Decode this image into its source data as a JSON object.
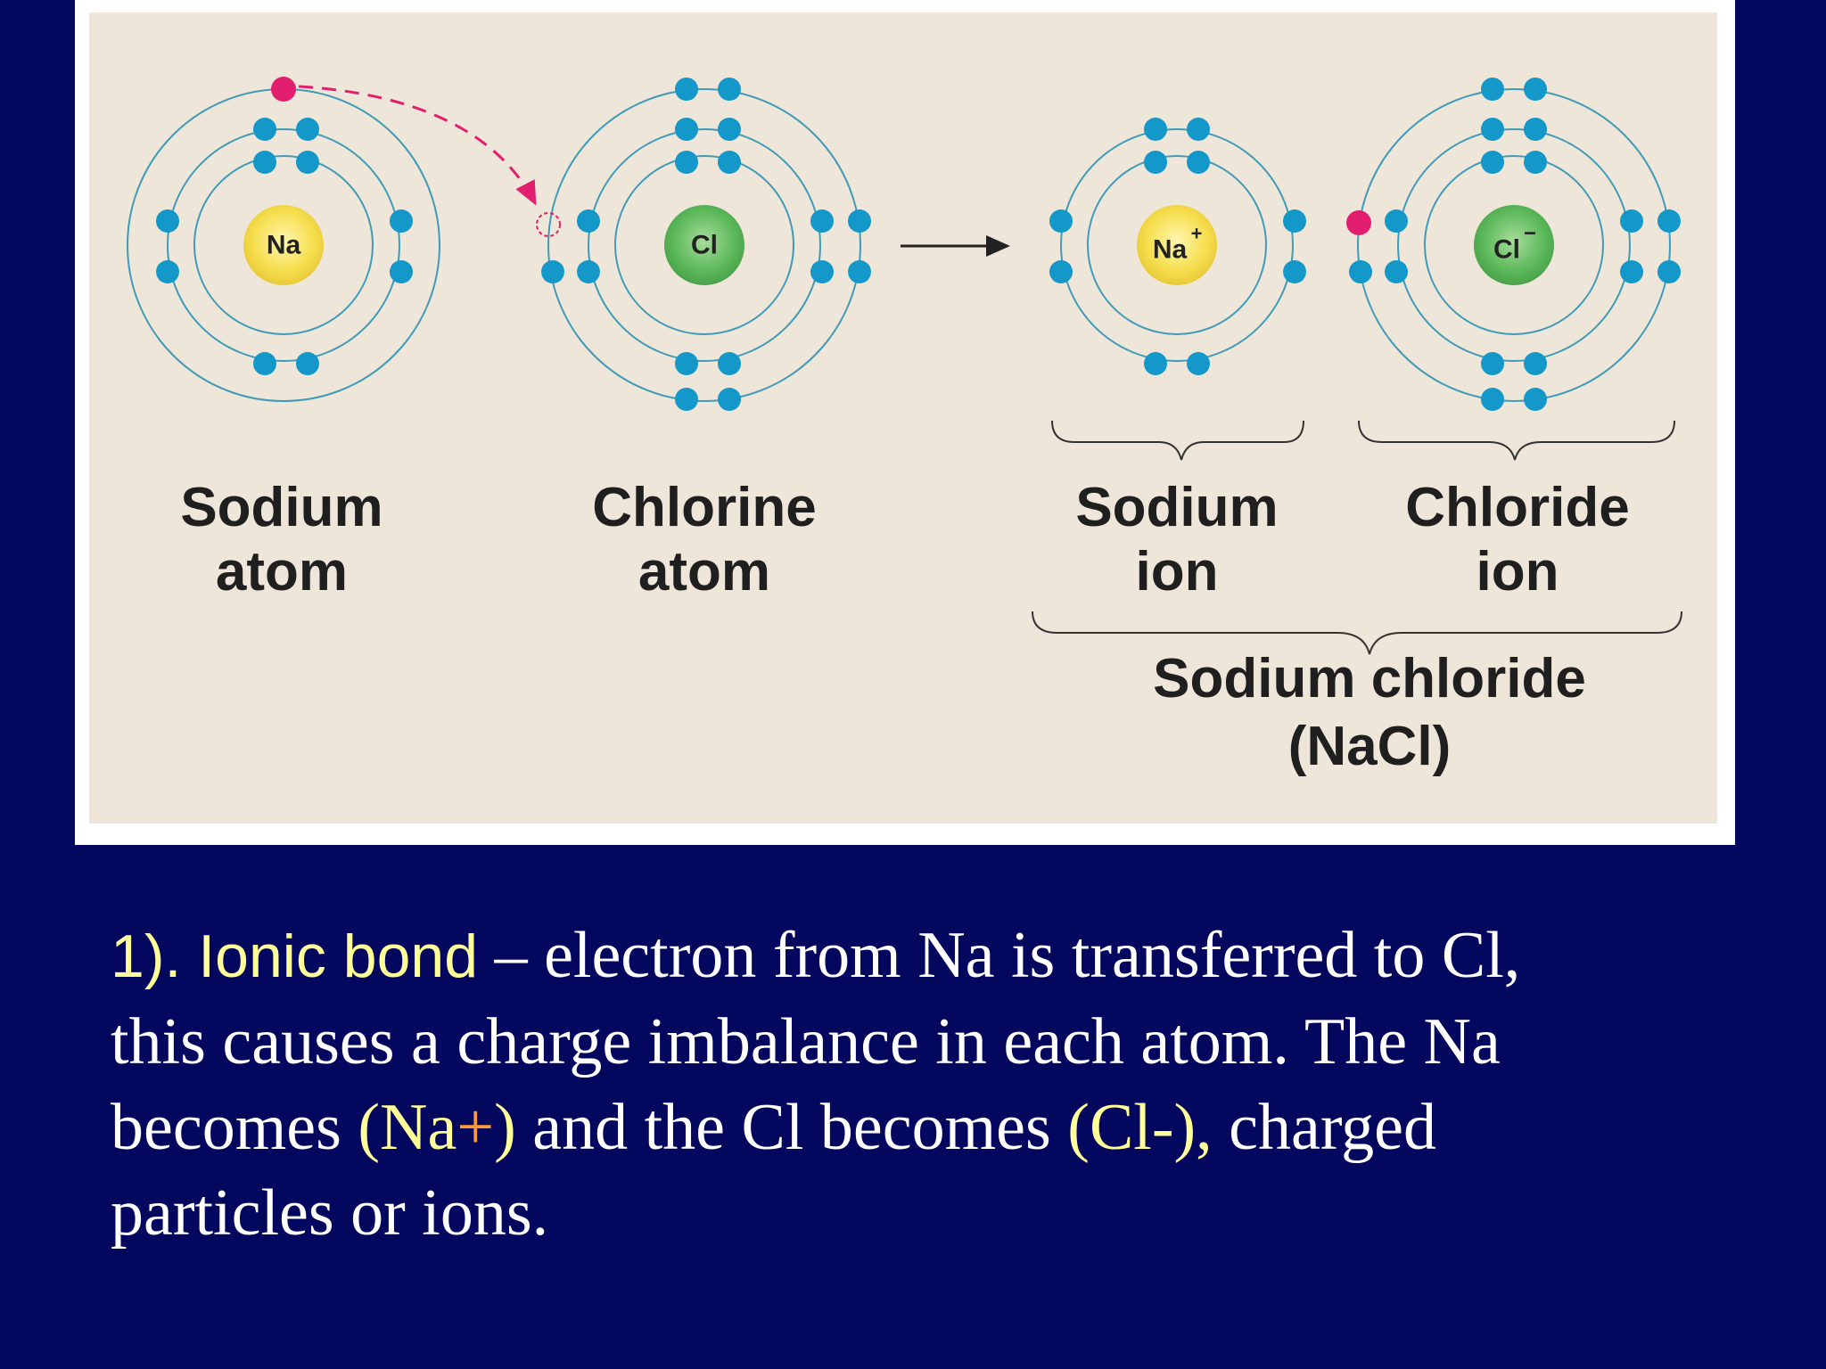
{
  "colors": {
    "background": "#04075e",
    "panel": "#efe6da",
    "orbit": "#3f9bb7",
    "electron": "#1497c9",
    "transferred_electron": "#e21f6e",
    "sodium_nucleus": "#f5dd4b",
    "chlorine_nucleus": "#5bb85a",
    "highlight_text": "#ffff99",
    "plus_sign": "#ff9933"
  },
  "diagram": {
    "atoms": [
      {
        "nucleus": "Na",
        "label_line1": "Sodium",
        "label_line2": "atom"
      },
      {
        "nucleus": "Cl",
        "label_line1": "Chlorine",
        "label_line2": "atom"
      },
      {
        "nucleus": "Na",
        "charge": "+",
        "label_line1": "Sodium",
        "label_line2": "ion"
      },
      {
        "nucleus": "Cl",
        "charge": "−",
        "label_line1": "Chloride",
        "label_line2": "ion"
      }
    ],
    "compound_line1": "Sodium chloride",
    "compound_line2": "(NaCl)"
  },
  "caption": {
    "number": "1). ",
    "term": "Ionic bond",
    "sentence_1": " – electron from Na is transferred to Cl,",
    "line_2": "this causes a charge imbalance in each atom.  The Na",
    "line_3_start": "becomes ",
    "na_ion_open": "(Na",
    "na_ion_plus": "+",
    "na_ion_close": ")",
    "line_3_middle": " and the Cl becomes ",
    "cl_ion": "(Cl-),",
    "line_3_end": " charged",
    "line_4": "particles or ions."
  }
}
